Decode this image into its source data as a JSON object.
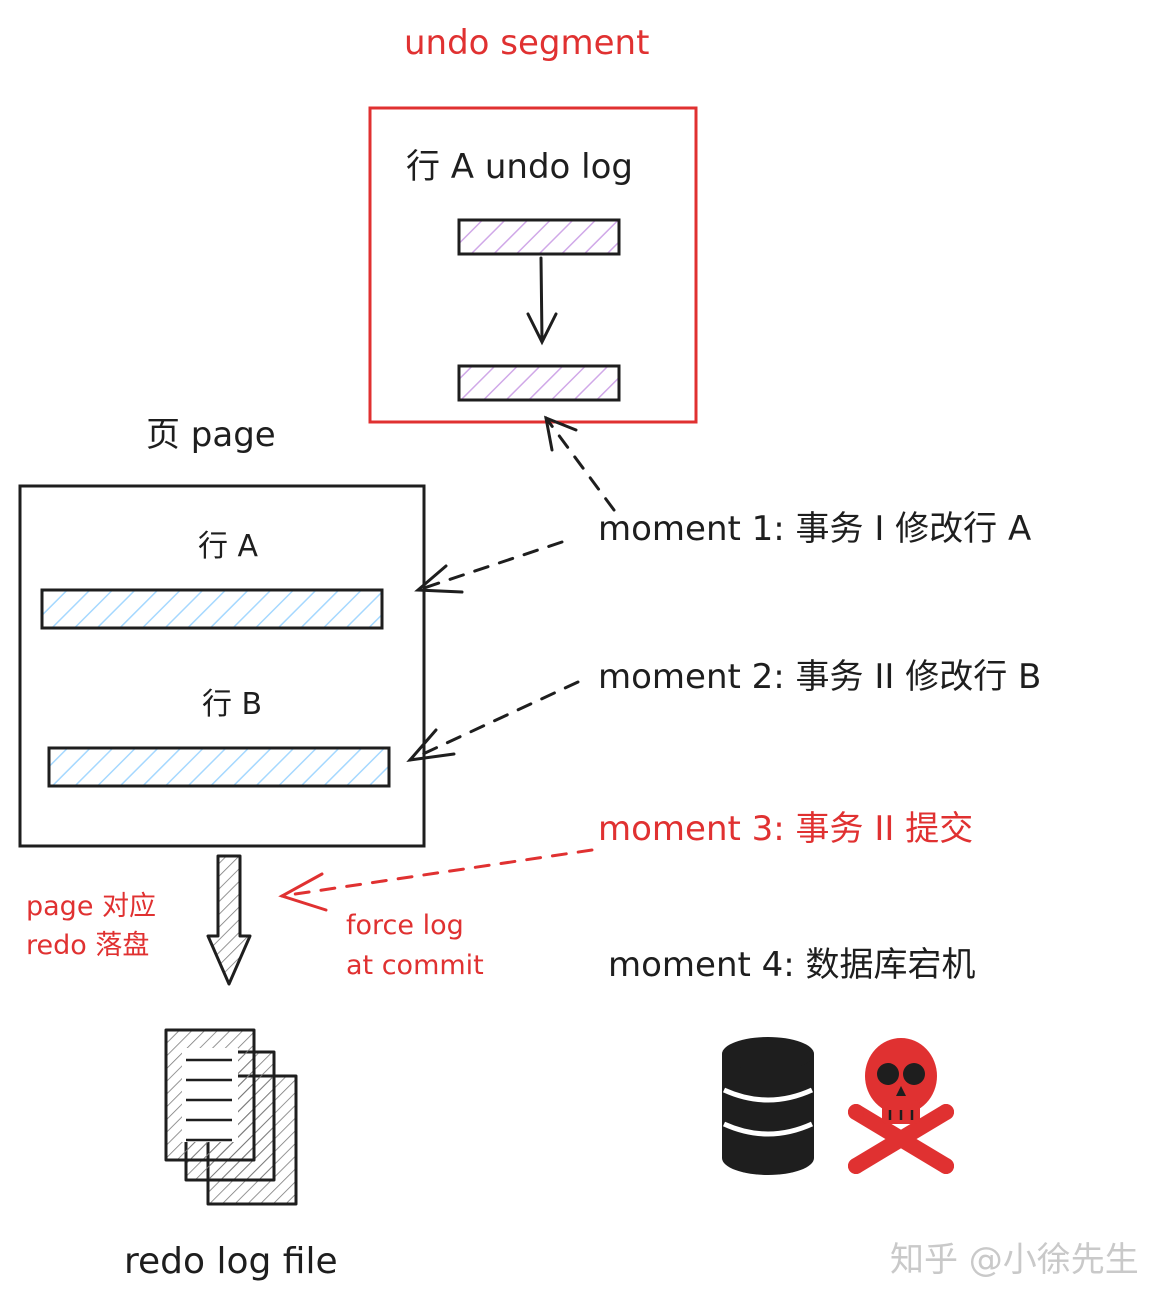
{
  "undo_segment": {
    "title": "undo segment",
    "row_label": "行 A undo log"
  },
  "page": {
    "title": "页 page",
    "row_a_label": "行 A",
    "row_b_label": "行 B"
  },
  "moments": {
    "m1": "moment 1: 事务 I 修改行 A",
    "m2": "moment 2: 事务 II 修改行 B",
    "m3": "moment 3: 事务 II 提交",
    "m4": "moment 4: 数据库宕机"
  },
  "annotations": {
    "page_redo_line1": "page 对应",
    "page_redo_line2": "redo 落盘",
    "force_log_line1": "force log",
    "force_log_line2": "at commit"
  },
  "redo_log_file": {
    "label": "redo log file"
  },
  "watermark": "知乎 @小徐先生",
  "colors": {
    "ink": "#1e1e1e",
    "red": "#e03131",
    "undo_hatch": "#d0a8e8",
    "row_hatch": "#a5d8ff",
    "watermark": "#c9c9c9"
  },
  "icons": {
    "database": "database-icon",
    "skull": "skull-crossbones-icon",
    "document_stack": "document-stack-icon"
  }
}
